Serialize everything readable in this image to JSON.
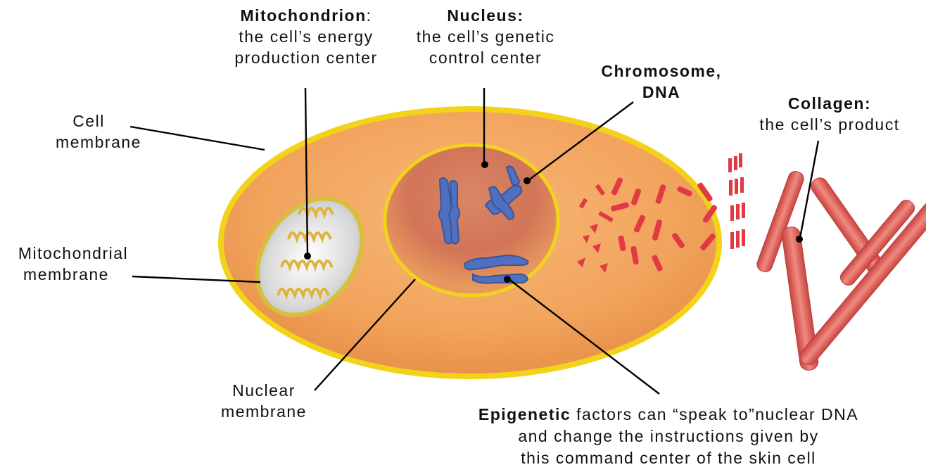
{
  "labels": {
    "mitochondrion": {
      "title": "Mitochondrion",
      "title_suffix": ":",
      "line1": "the cell’s energy",
      "line2": "production center"
    },
    "nucleus": {
      "title": "Nucleus:",
      "line1": "the cell’s genetic",
      "line2": "control center"
    },
    "chromosome": {
      "line1": "Chromosome,",
      "line2": "DNA"
    },
    "collagen": {
      "title": "Collagen:",
      "line1": "the cell’s product"
    },
    "cell_membrane": {
      "line1": "Cell",
      "line2": "membrane"
    },
    "mitochondrial_membrane": {
      "line1": "Mitochondrial",
      "line2": "membrane"
    },
    "nuclear_membrane": {
      "line1": "Nuclear",
      "line2": "membrane"
    },
    "epigenetic": {
      "bold": "Epigenetic",
      "line1_rest": " factors can “speak to”nuclear DNA",
      "line2": "and change the instructions given by",
      "line3": "this command center of the skin cell"
    }
  },
  "colors": {
    "cytoplasm": "#f2a35c",
    "cell_membrane": "#f3d21a",
    "nucleus": "#d97a55",
    "mitochondrion": "#dcdcdc",
    "chromosome": "#4f6fbf",
    "collagen": "#e2574f",
    "fibril": "#e23a45"
  }
}
